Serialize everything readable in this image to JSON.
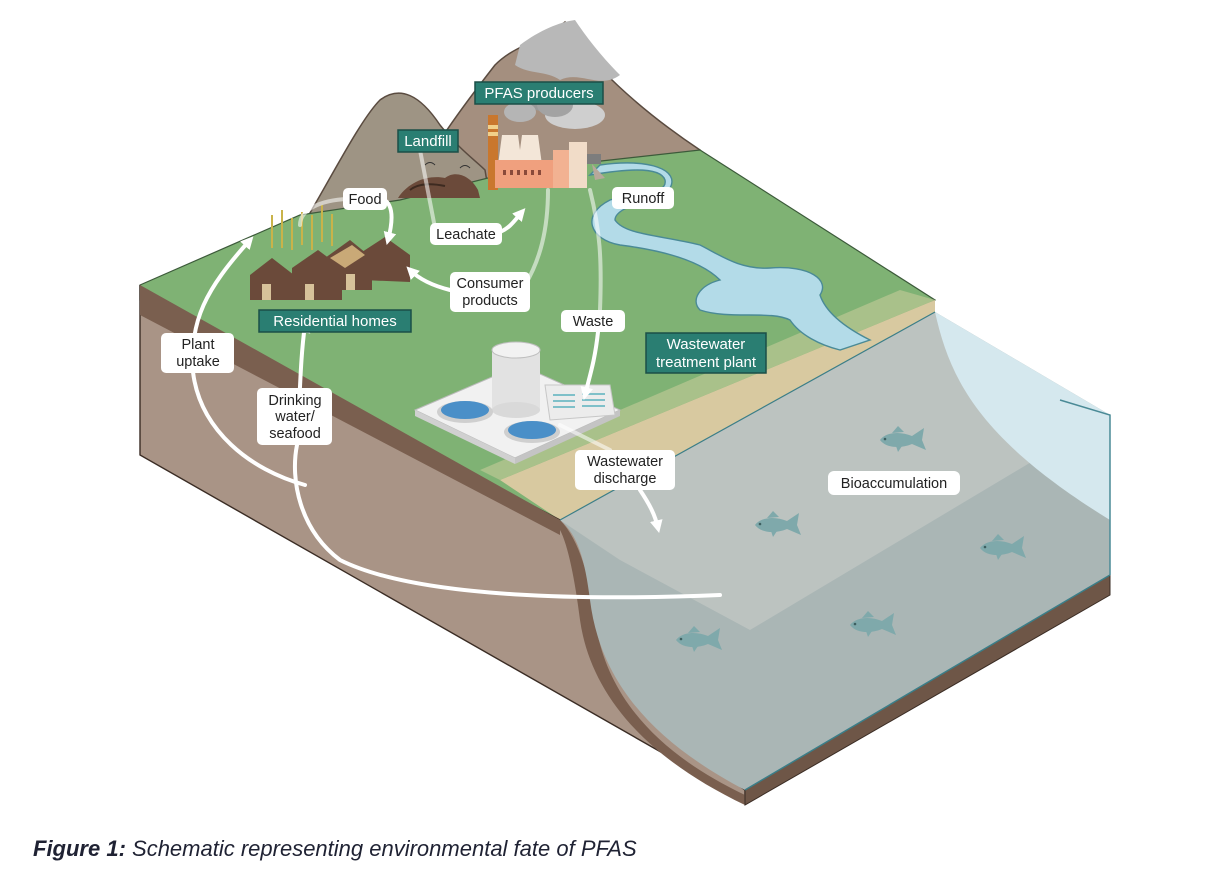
{
  "figure": {
    "title_labels": {
      "pfas_producers": "PFAS producers",
      "landfill": "Landfill",
      "residential_homes": "Residential homes",
      "wastewater_treatment_plant": [
        "Wastewater",
        "treatment plant"
      ]
    },
    "flow_labels": {
      "food": "Food",
      "leachate": "Leachate",
      "runoff": "Runoff",
      "consumer_products": [
        "Consumer",
        "products"
      ],
      "waste": "Waste",
      "plant_uptake": [
        "Plant",
        "uptake"
      ],
      "drinking_water_seafood": [
        "Drinking",
        "water/",
        "seafood"
      ],
      "wastewater_discharge": [
        "Wastewater",
        "discharge"
      ],
      "bioaccumulation": "Bioaccumulation"
    },
    "colors": {
      "label_teal": "#2a7e72",
      "grass": "#7fb274",
      "soil": "#a9968a",
      "water": "#b9c4c4",
      "river": "#b3dbe8"
    }
  },
  "caption": {
    "prefix": "Figure 1:",
    "text": " Schematic representing environmental fate of PFAS"
  }
}
